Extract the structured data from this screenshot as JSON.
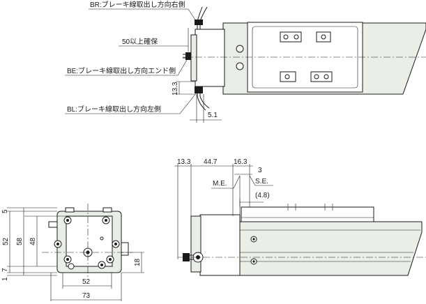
{
  "top_view": {
    "callout_br": "BR:ブレーキ線取出し方向右側",
    "callout_50": "50以上確保",
    "callout_be": "BE:ブレーキ線取出し方向エンド側",
    "callout_bl": "BL:ブレーキ線取出し方向左側",
    "dim_13_3": "13.3",
    "dim_5_1": "5.1"
  },
  "end_view": {
    "dim_5": "5",
    "dim_52_left": "52",
    "dim_58": "58",
    "dim_48": "48",
    "dim_7": "7",
    "dim_1": "1",
    "dim_18": "18",
    "dim_52_bottom": "52",
    "dim_73": "73"
  },
  "side_view": {
    "dim_13_3": "13.3",
    "dim_44_7": "44.7",
    "dim_16_3": "16.3",
    "dim_3": "3",
    "label_me": "M.E.",
    "label_se": "S.E.",
    "dim_4_8": "(4.8)"
  },
  "colors": {
    "body_fill": "#e9eee6",
    "line": "#1a1a1a"
  }
}
